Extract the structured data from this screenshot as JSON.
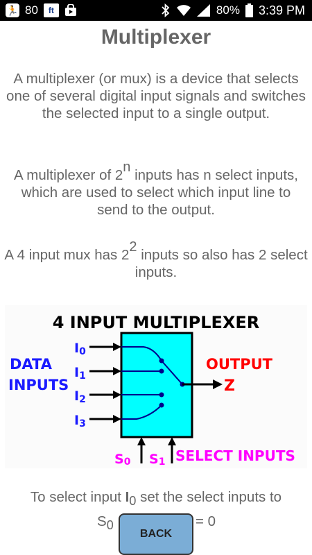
{
  "status_bar": {
    "notification_count": "80",
    "ft_logo": "ft",
    "battery_percent": "80%",
    "time": "3:39 PM",
    "icons": [
      "runner-icon",
      "ft-app-icon",
      "shopping-bag-icon",
      "bluetooth-icon",
      "wifi-icon",
      "signal-icon",
      "battery-icon"
    ]
  },
  "page": {
    "title": "Multiplexer",
    "p1": "A multiplexer (or mux) is a device that selects one of several digital input signals and switches the selected input to a single output.",
    "p2_before": "A multiplexer of 2",
    "p2_sup": "n",
    "p2_after": " inputs has n select inputs, which are used to select which input line to send to the output.",
    "p3_before": "A 4 input mux has 2",
    "p3_sup": "2",
    "p3_after": " inputs so also has 2 select inputs.",
    "p4_before": "To select input ",
    "p4_input": "I",
    "p4_sub": "0",
    "p4_after": " set the select inputs to",
    "s_label": "S",
    "s_sub": "0",
    "s_eq": "= 0"
  },
  "diagram": {
    "title": "4 INPUT MULTIPLEXER",
    "data_label_1": "DATA",
    "data_label_2": "INPUTS",
    "output_label": "OUTPUT",
    "output_var": "Z",
    "inputs": [
      "I0",
      "I1",
      "I2",
      "I3"
    ],
    "selects": [
      "S0",
      "S1"
    ],
    "select_label": "SELECT INPUTS",
    "colors": {
      "box": "#00ffff",
      "blue": "#1a1aff",
      "red": "#ff0000",
      "magenta": "#ff00ff"
    }
  },
  "back_button": {
    "label": "BACK"
  }
}
